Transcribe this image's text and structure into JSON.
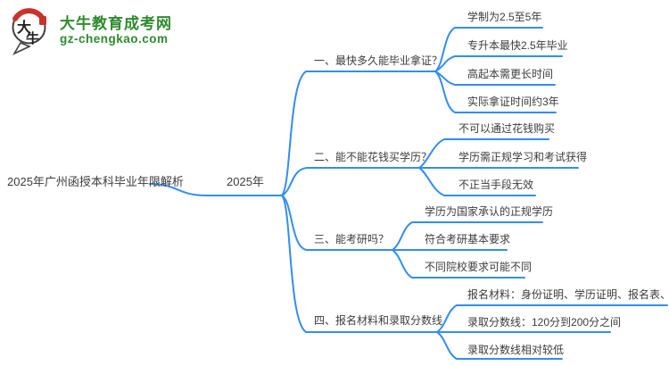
{
  "colors": {
    "line_blue": "#338df2",
    "text": "#3c3c3c",
    "brand_green": "#2e8b2e",
    "brand_red": "#c8332b"
  },
  "logo": {
    "icon_char_top": "大",
    "icon_char_bottom": "牛",
    "site_name": "大牛教育成考网",
    "site_domain": "gz-chengkao.com"
  },
  "mindmap": {
    "root_label": "2025年广州函授本科毕业年限解析",
    "center_label": "2025年",
    "branches": [
      {
        "label": "一、最快多久能毕业拿证？",
        "children": [
          "学制为2.5至5年",
          "专升本最快2.5年毕业",
          "高起本需更长时间",
          "实际拿证时间约3年"
        ]
      },
      {
        "label": "二、能不能花钱买学历？",
        "children": [
          "不可以通过花钱购买",
          "学历需正规学习和考试获得",
          "不正当手段无效"
        ]
      },
      {
        "label": "三、能考研吗？",
        "children": [
          "学历为国家承认的正规学历",
          "符合考研基本要求",
          "不同院校要求可能不同"
        ]
      },
      {
        "label": "四、报名材料和录取分数线",
        "children": [
          "报名材料：身份证明、学历证明、报名表、照片",
          "录取分数线：120分到200分之间",
          "录取分数线相对较低"
        ]
      }
    ]
  }
}
